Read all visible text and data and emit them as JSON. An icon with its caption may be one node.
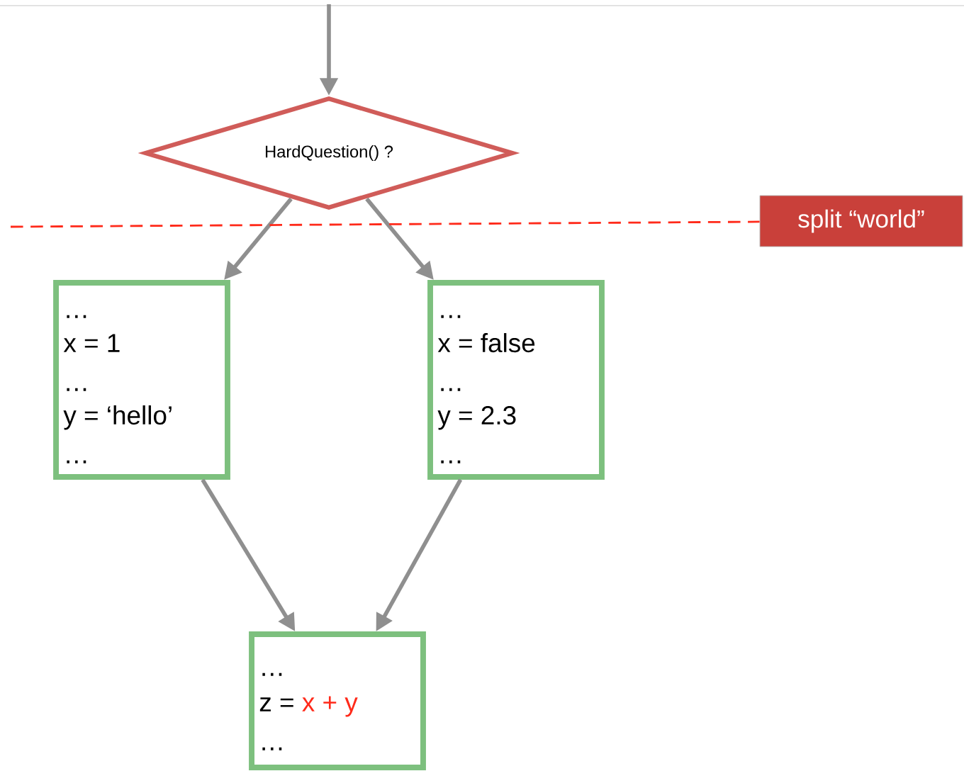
{
  "diagram": {
    "nodes": [
      {
        "text": [
          "HardQuestion() ?"
        ]
      },
      {
        "text": [
          "…",
          "x = 1",
          "…",
          "y = ‘hello’",
          "…"
        ]
      },
      {
        "text": [
          "…",
          "x = false",
          "…",
          "y = 2.3",
          "…"
        ]
      },
      {
        "text": [
          "…",
          "z =",
          "x + y",
          "…"
        ]
      },
      {
        "text": [
          "split “world”"
        ]
      }
    ],
    "edges": [
      {
        "from": null,
        "to": 0,
        "arrow": "to"
      },
      {
        "from": 0,
        "to": 1,
        "arrow": "to"
      },
      {
        "from": 0,
        "to": 2,
        "arrow": "to"
      },
      {
        "from": 1,
        "to": 3,
        "arrow": "to"
      },
      {
        "from": 2,
        "to": 3,
        "arrow": "to"
      },
      {
        "from": null,
        "to": 4,
        "arrow": "none",
        "style": "dashed",
        "color": "#ff2a1a"
      }
    ]
  }
}
